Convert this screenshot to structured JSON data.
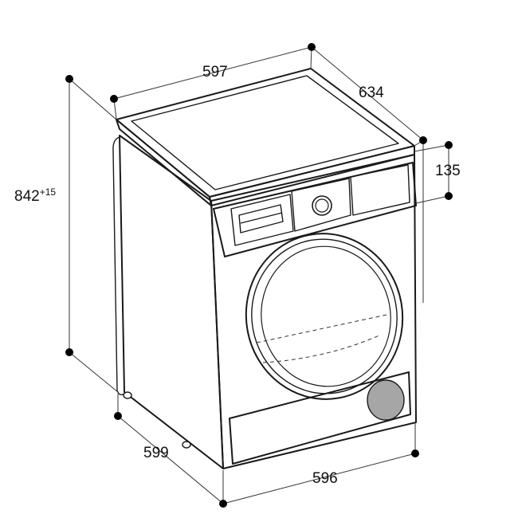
{
  "diagram": {
    "subject": "appliance-dimension-drawing",
    "dimensions": {
      "top_width": "597",
      "top_depth": "634",
      "height_main": "842",
      "height_adjust": "+15",
      "control_panel_height": "135",
      "bottom_depth": "599",
      "bottom_width": "596"
    },
    "colors": {
      "ink": "#1a1a1a",
      "filter_grey": "#a6a6a6",
      "body_fill": "#ffffff"
    }
  }
}
